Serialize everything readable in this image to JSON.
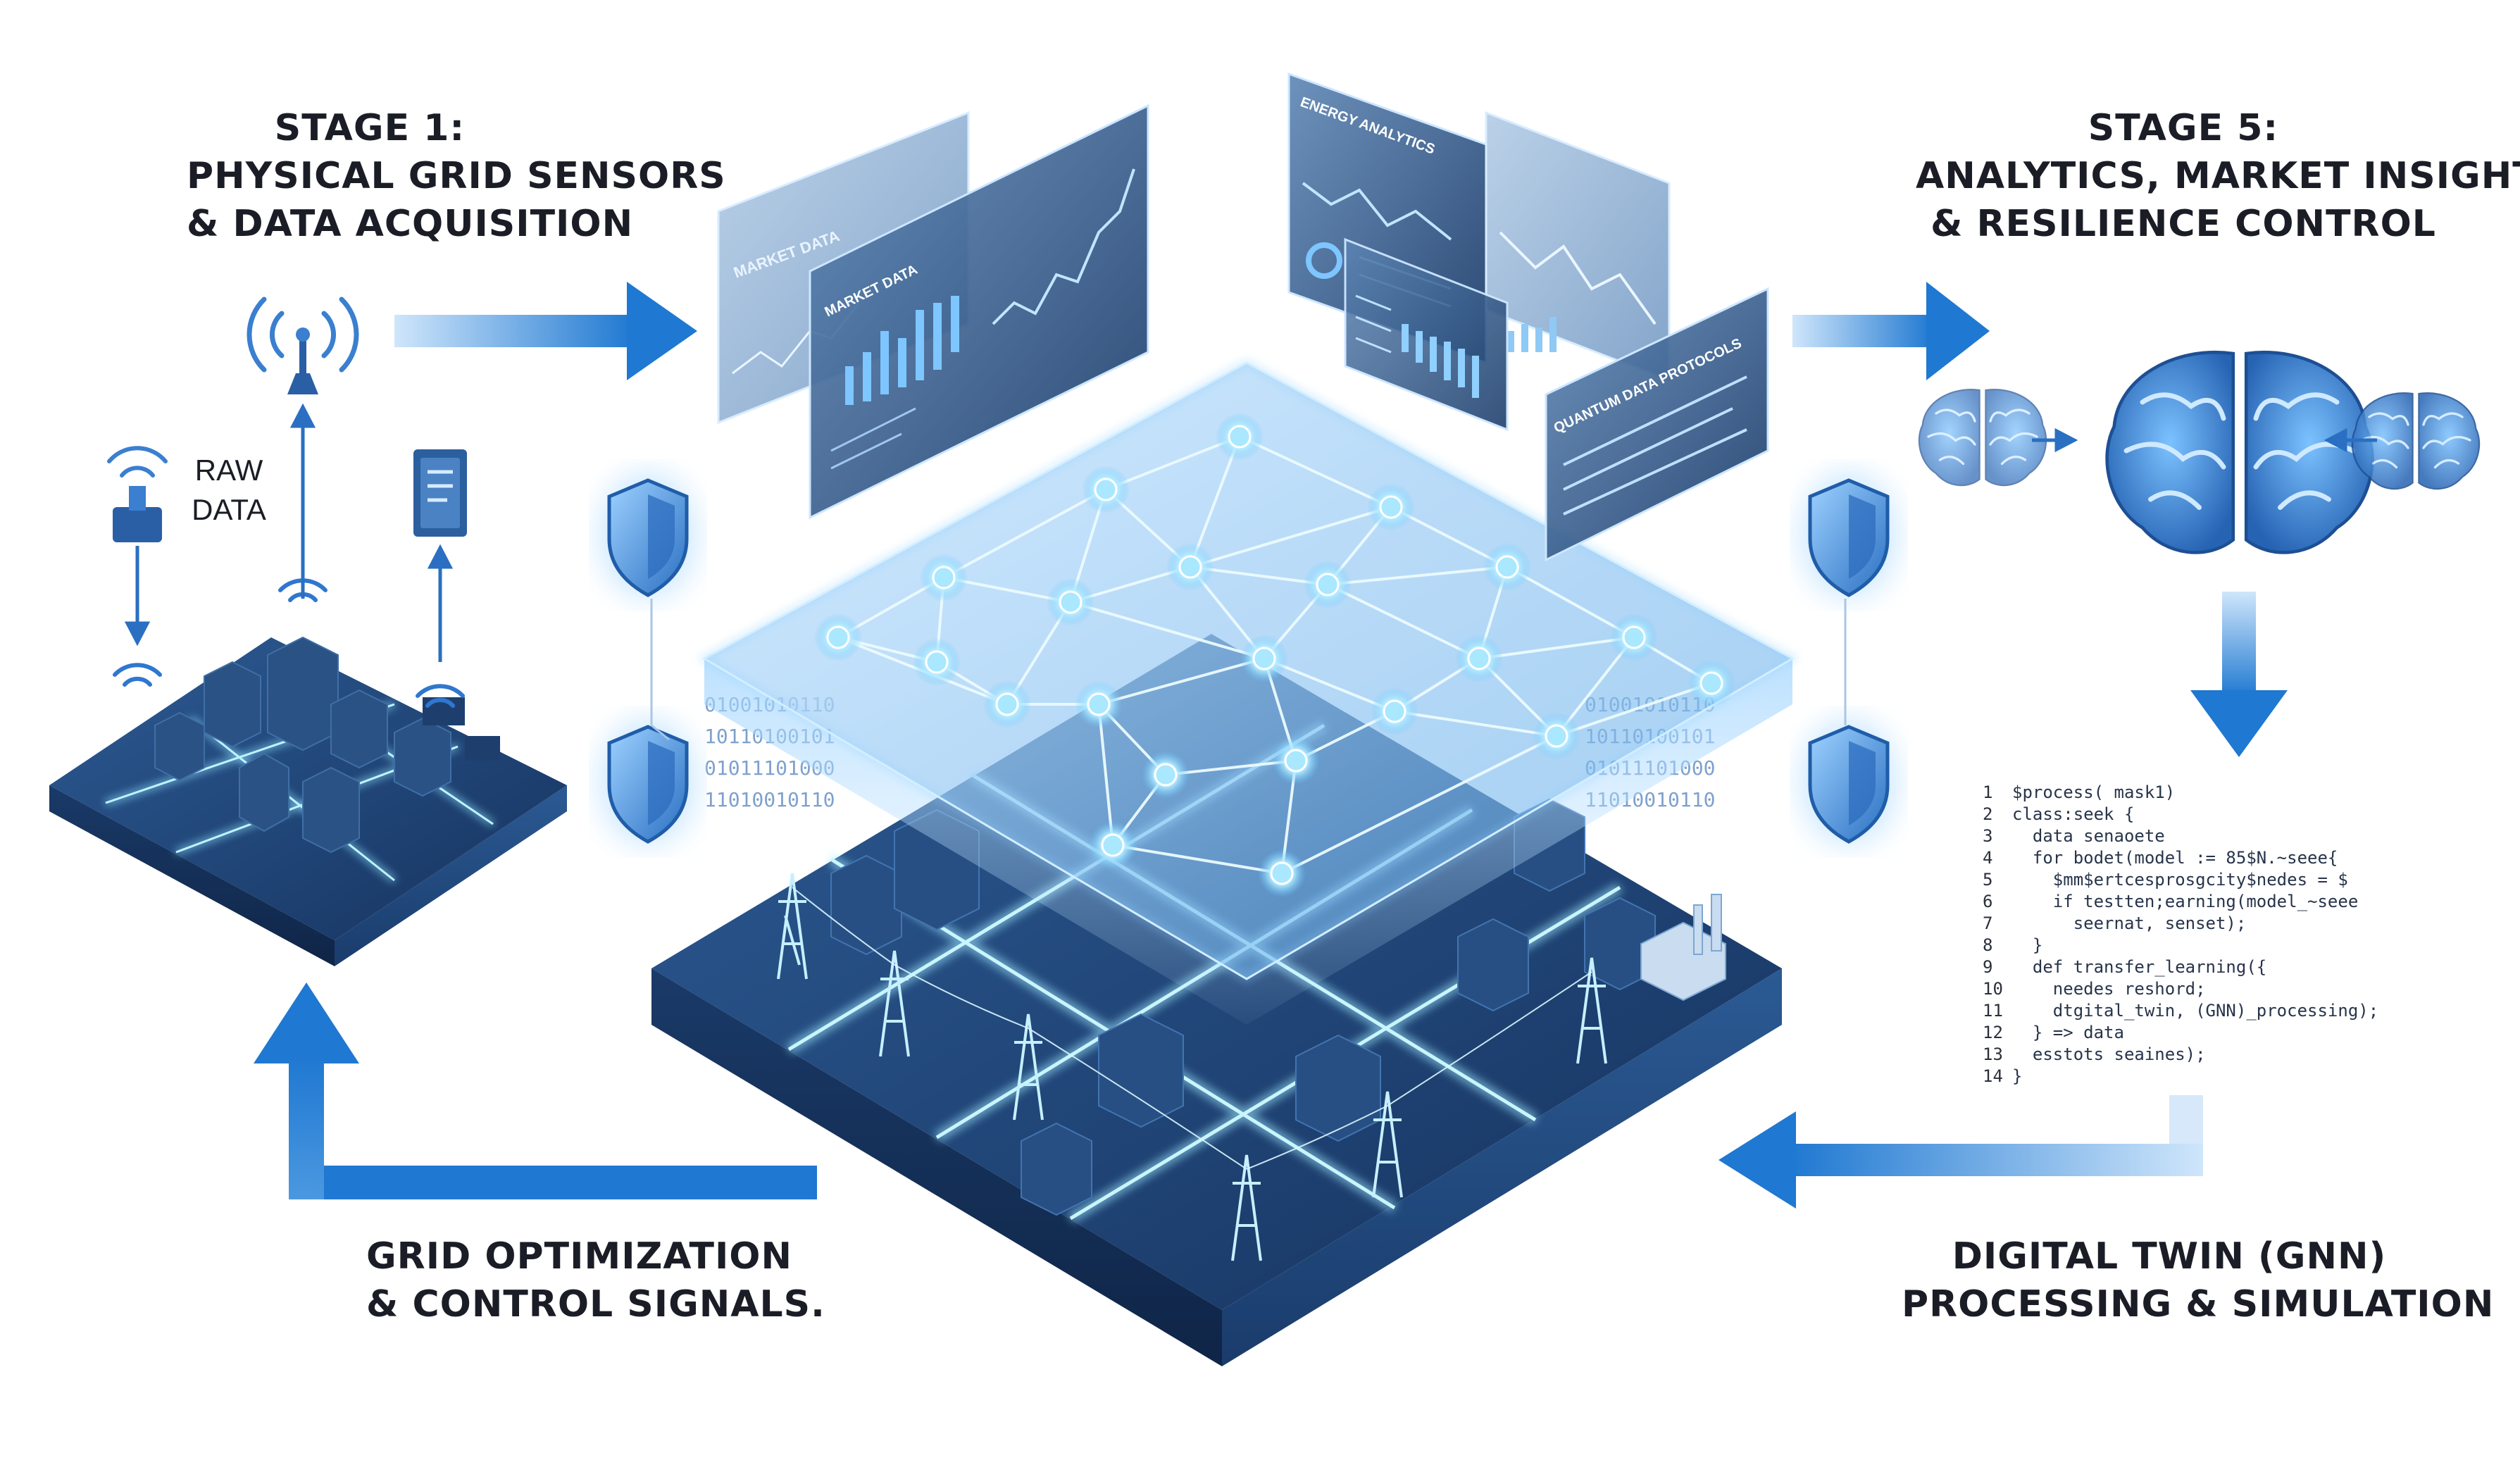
{
  "stage1": {
    "lines": [
      "STAGE 1:",
      "PHYSICAL GRID SENSORS",
      "& DATA ACQUISITION"
    ]
  },
  "raw_data": {
    "lines": [
      "RAW",
      "DATA"
    ]
  },
  "stage5": {
    "lines": [
      "STAGE 5:",
      "ANALYTICS, MARKET INSIGHTS",
      "& RESILIENCE CONTROL"
    ]
  },
  "grid_optimization": {
    "lines": [
      "GRID OPTIMIZATION",
      "& CONTROL SIGNALS."
    ]
  },
  "digital_twin": {
    "lines": [
      "DIGITAL TWIN (GNN)",
      "PROCESSING & SIMULATION"
    ]
  },
  "panels": {
    "market_data_back": "MARKET DATA",
    "market_data_front": "MARKET DATA",
    "analytics": "ENERGY ANALYTICS",
    "quantum": "QUANTUM DATA PROTOCOLS"
  },
  "binary_text": [
    "01001010110",
    "10110100101",
    "01011101000",
    "11010010110"
  ],
  "code_lines": [
    {
      "n": "1",
      "t": "$process( mask1)"
    },
    {
      "n": "2",
      "t": "class:seek {"
    },
    {
      "n": "3",
      "t": "  data senaoete"
    },
    {
      "n": "4",
      "t": "  for bodet(model := 85$N.~seee{"
    },
    {
      "n": "5",
      "t": "    $mm$ertcesprosgcity$nedes = $"
    },
    {
      "n": "6",
      "t": "    if testten;earning(model_~seee"
    },
    {
      "n": "7",
      "t": "      seernat, senset);"
    },
    {
      "n": "8",
      "t": "  }"
    },
    {
      "n": "9",
      "t": "  def transfer_learning({"
    },
    {
      "n": "10",
      "t": "    needes reshord;"
    },
    {
      "n": "11",
      "t": "    dtgital_twin, (GNN)_processing);"
    },
    {
      "n": "12",
      "t": "  } => data"
    },
    {
      "n": "13",
      "t": "  esstots seaines);"
    },
    {
      "n": "14",
      "t": "}"
    }
  ],
  "colors": {
    "arrow": "#1f78d1",
    "dark_tile": "#203f6f",
    "node": "#a9e8ff",
    "text": "#1b1d26"
  },
  "icons": [
    "antenna-icon",
    "sensor-tower-icon",
    "document-icon",
    "shield-icon",
    "brain-icon",
    "power-pylon-icon"
  ]
}
